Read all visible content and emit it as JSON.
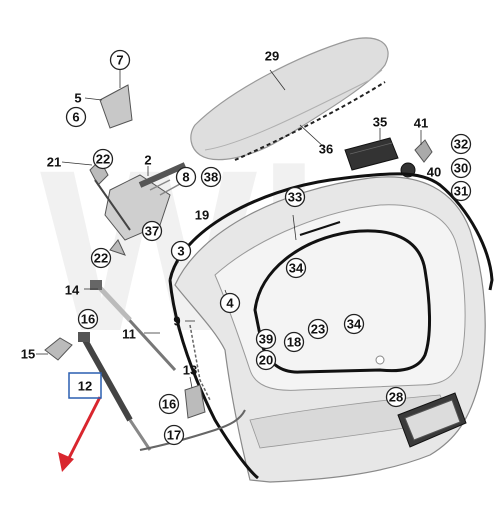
{
  "diagram": {
    "accent_color": "#d9262e",
    "highlight_color": "#2a5fb0",
    "highlighted_part": "12",
    "watermark_text": "Wb",
    "parts": [
      {
        "id": "c7",
        "label": "7",
        "circled": true
      },
      {
        "id": "l5",
        "label": "5",
        "circled": false
      },
      {
        "id": "c6",
        "label": "6",
        "circled": true
      },
      {
        "id": "l29",
        "label": "29",
        "circled": false
      },
      {
        "id": "l21",
        "label": "21",
        "circled": false
      },
      {
        "id": "c22a",
        "label": "22",
        "circled": true
      },
      {
        "id": "l2",
        "label": "2",
        "circled": false
      },
      {
        "id": "c8",
        "label": "8",
        "circled": true
      },
      {
        "id": "c38",
        "label": "38",
        "circled": true
      },
      {
        "id": "l19",
        "label": "19",
        "circled": false
      },
      {
        "id": "l35",
        "label": "35",
        "circled": false
      },
      {
        "id": "l41",
        "label": "41",
        "circled": false
      },
      {
        "id": "c32",
        "label": "32",
        "circled": true
      },
      {
        "id": "l36",
        "label": "36",
        "circled": false
      },
      {
        "id": "c30",
        "label": "30",
        "circled": true
      },
      {
        "id": "l40",
        "label": "40",
        "circled": false
      },
      {
        "id": "c31",
        "label": "31",
        "circled": true
      },
      {
        "id": "c33",
        "label": "33",
        "circled": true
      },
      {
        "id": "c37",
        "label": "37",
        "circled": true
      },
      {
        "id": "c3",
        "label": "3",
        "circled": true
      },
      {
        "id": "c22b",
        "label": "22",
        "circled": true
      },
      {
        "id": "c34a",
        "label": "34",
        "circled": true
      },
      {
        "id": "l14",
        "label": "14",
        "circled": false
      },
      {
        "id": "c4",
        "label": "4",
        "circled": true
      },
      {
        "id": "c16a",
        "label": "16",
        "circled": true
      },
      {
        "id": "l11",
        "label": "11",
        "circled": false
      },
      {
        "id": "l9",
        "label": "9",
        "circled": false
      },
      {
        "id": "l15",
        "label": "15",
        "circled": false
      },
      {
        "id": "c39",
        "label": "39",
        "circled": true
      },
      {
        "id": "c18",
        "label": "18",
        "circled": true
      },
      {
        "id": "c23",
        "label": "23",
        "circled": true
      },
      {
        "id": "c34b",
        "label": "34",
        "circled": true
      },
      {
        "id": "c20",
        "label": "20",
        "circled": true
      },
      {
        "id": "l13",
        "label": "13",
        "circled": false
      },
      {
        "id": "l12",
        "label": "12",
        "circled": false
      },
      {
        "id": "c28",
        "label": "28",
        "circled": true
      },
      {
        "id": "c16b",
        "label": "16",
        "circled": true
      },
      {
        "id": "c17",
        "label": "17",
        "circled": true
      }
    ]
  }
}
